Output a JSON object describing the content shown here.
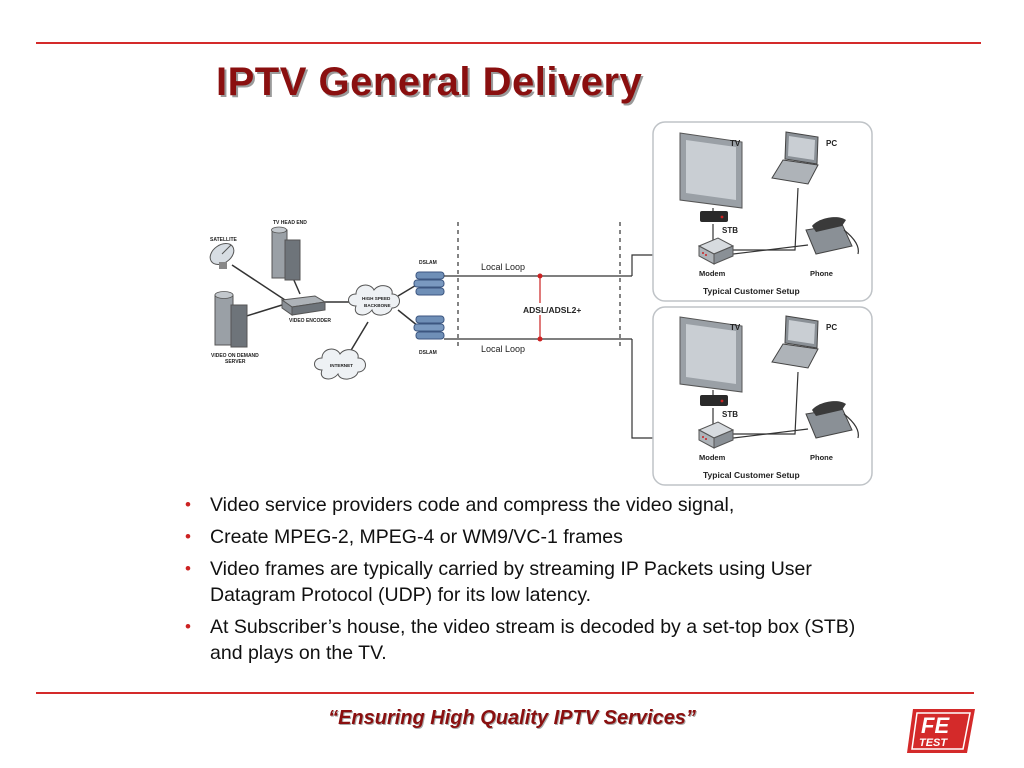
{
  "slide": {
    "title": "IPTV General Delivery",
    "bullets": [
      "Video service providers code and compress the video signal,",
      "Create MPEG-2, MPEG-4 or WM9/VC-1 frames",
      "Video frames are typically carried by streaming IP Packets using User Datagram Protocol (UDP) for its low latency.",
      "At Subscriber’s house, the video stream is decoded by a set-top box (STB) and plays on the TV."
    ],
    "tagline": "“Ensuring High Quality IPTV Services”",
    "logo": {
      "line1": "FE",
      "line2": "TEST"
    }
  },
  "diagram": {
    "head_end": {
      "satellite": "SATELLITE",
      "tv_head_end": "TV HEAD END",
      "video_encoder": "VIDEO ENCODER",
      "vod_line1": "VIDEO ON DEMAND",
      "vod_line2": "SERVER",
      "backbone_line1": "HIGH SPEED",
      "backbone_line2": "BACKBONE",
      "internet": "INTERNET",
      "dslam_top": "DSLAM",
      "dslam_bottom": "DSLAM"
    },
    "loop_top": "Local Loop",
    "loop_bottom": "Local Loop",
    "adsl": "ADSL/ADSL2+",
    "customers": [
      {
        "tv": "TV",
        "pc": "PC",
        "stb": "STB",
        "modem": "Modem",
        "phone": "Phone",
        "caption": "Typical Customer Setup"
      },
      {
        "tv": "TV",
        "pc": "PC",
        "stb": "STB",
        "modem": "Modem",
        "phone": "Phone",
        "caption": "Typical Customer Setup"
      }
    ]
  },
  "colors": {
    "accent_red": "#d42a2a",
    "title_red": "#8a0f0f",
    "link_red": "#cc2222"
  }
}
